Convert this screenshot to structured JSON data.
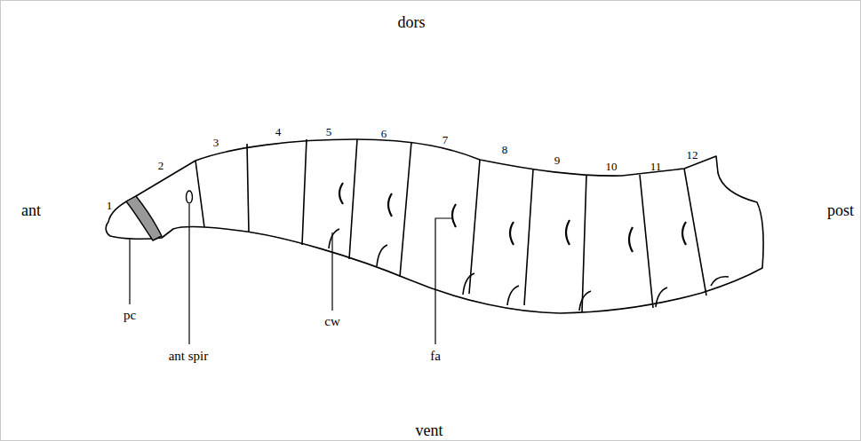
{
  "diagram": {
    "labels": [
      "dors",
      "ant",
      "post",
      "vent",
      "1",
      "2",
      "3",
      "4",
      "5",
      "6",
      "7",
      "8",
      "9",
      "10",
      "11",
      "12",
      "pc",
      "ant spir",
      "cw",
      "fa"
    ]
  }
}
